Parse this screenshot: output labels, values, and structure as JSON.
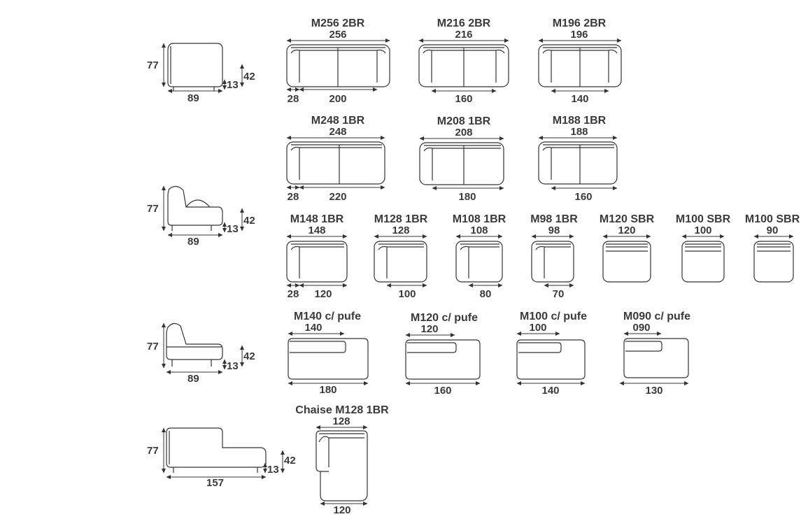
{
  "side_views": [
    {
      "height": "77",
      "seat": "42",
      "leg": "13",
      "depth": "89"
    },
    {
      "height": "77",
      "seat": "42",
      "leg": "13",
      "depth": "89"
    },
    {
      "height": "77",
      "seat": "42",
      "leg": "13",
      "depth": "89"
    },
    {
      "height": "77",
      "seat": "42",
      "leg": "13",
      "depth": "157"
    }
  ],
  "models": [
    {
      "name": "M256 2BR",
      "width": "256",
      "dims": [
        "28",
        "200"
      ]
    },
    {
      "name": "M216 2BR",
      "width": "216",
      "dims": [
        "160"
      ]
    },
    {
      "name": "M196 2BR",
      "width": "196",
      "dims": [
        "140"
      ]
    },
    {
      "name": "M248 1BR",
      "width": "248",
      "dims": [
        "28",
        "220"
      ]
    },
    {
      "name": "M208 1BR",
      "width": "208",
      "dims": [
        "180"
      ]
    },
    {
      "name": "M188 1BR",
      "width": "188",
      "dims": [
        "160"
      ]
    },
    {
      "name": "M148 1BR",
      "width": "148",
      "dims": [
        "28",
        "120"
      ]
    },
    {
      "name": "M128 1BR",
      "width": "128",
      "dims": [
        "100"
      ]
    },
    {
      "name": "M108 1BR",
      "width": "108",
      "dims": [
        "80"
      ]
    },
    {
      "name": "M98 1BR",
      "width": "98",
      "dims": [
        "70"
      ]
    },
    {
      "name": "M120 SBR",
      "width": "120",
      "dims": []
    },
    {
      "name": "M100 SBR",
      "width": "100",
      "dims": []
    },
    {
      "name": "M100 SBR",
      "width": "90",
      "dims": []
    },
    {
      "name": "M140 c/ pufe",
      "width": "140",
      "dims": [
        "180"
      ]
    },
    {
      "name": "M120 c/ pufe",
      "width": "120",
      "dims": [
        "160"
      ]
    },
    {
      "name": "M100 c/ pufe",
      "width": "100",
      "dims": [
        "140"
      ]
    },
    {
      "name": "M090 c/ pufe",
      "width": "090",
      "dims": [
        "130"
      ]
    },
    {
      "name": "Chaise M128 1BR",
      "width": "128",
      "dims": [
        "120"
      ]
    }
  ]
}
